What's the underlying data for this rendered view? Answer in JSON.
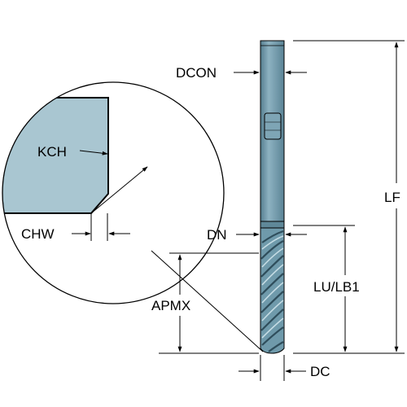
{
  "labels": {
    "dcon": "DCON",
    "kch": "KCH",
    "chw": "CHW",
    "dn": "DN",
    "apmx": "APMX",
    "lf": "LF",
    "lu_lb1": "LU/LB1",
    "dc": "DC"
  },
  "colors": {
    "tool_fill": "#6f9aab",
    "tool_dark": "#4d7587",
    "tool_light": "#9dc0cd",
    "detail_fill": "#a9c6d1",
    "line": "#000000"
  }
}
